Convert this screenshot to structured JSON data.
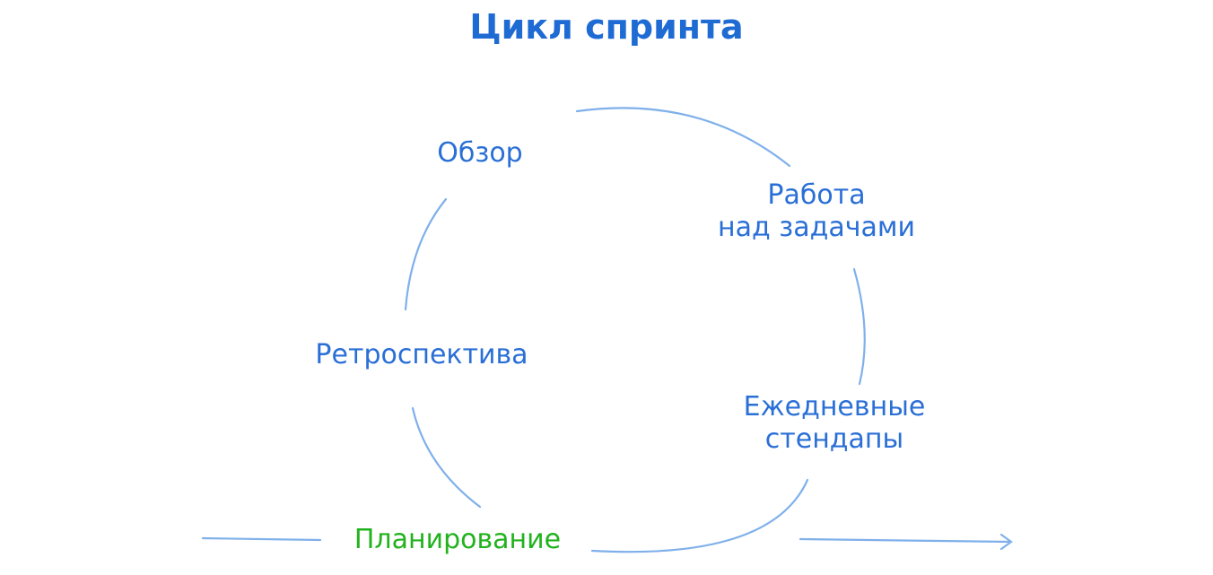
{
  "title": "Цикл спринта",
  "stages": {
    "review": "Обзор",
    "work_line1": "Работа",
    "work_line2": "над задачами",
    "retro": "Ретроспектива",
    "standups_line1": "Ежедневные",
    "standups_line2": "стендапы",
    "planning": "Планирование"
  },
  "colors": {
    "text": "#2a6fd6",
    "line": "#7fb0ea",
    "planning": "#22b21e"
  }
}
